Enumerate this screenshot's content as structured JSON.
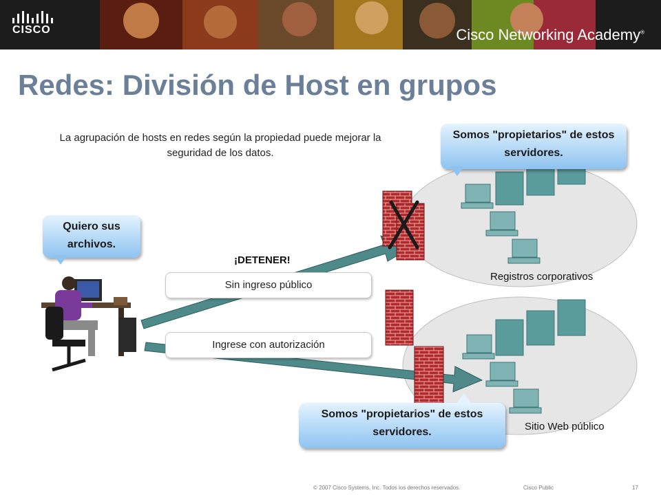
{
  "header": {
    "logo_text": "CISCO",
    "brand_prefix": "Cisco ",
    "brand_name": "Networking Academy",
    "brand_mark": "®"
  },
  "title": "Redes: División de Host en grupos",
  "intro": "La agrupación de hosts en redes según la propiedad puede mejorar la seguridad de los datos.",
  "callouts": {
    "owners_top": "Somos \"propietarios\" de estos servidores.",
    "user": "Quiero sus archivos.",
    "owners_bottom": "Somos \"propietarios\" de estos servidores."
  },
  "paths": {
    "stop": "¡DETENER!",
    "no_public": "Sin ingreso público",
    "authorized": "Ingrese con autorización"
  },
  "networks": {
    "corporate": "Registros corporativos",
    "public_web": "Sitio Web público"
  },
  "footer": {
    "copyright": "© 2007 Cisco Systems, Inc. Todos los derechos reservados.",
    "classification": "Cisco Public",
    "page": "17"
  },
  "colors": {
    "title": "#6b7f98",
    "callout_top": "#e4f3ff",
    "callout_bottom": "#8ec3f0",
    "arrow": "#4f8a8b",
    "firewall": "#b3282d"
  }
}
